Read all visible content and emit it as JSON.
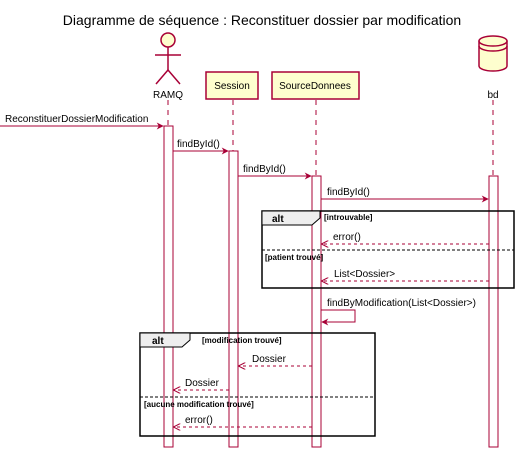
{
  "title": "Diagramme de séquence : Reconstituer dossier par modification",
  "participants": {
    "ramq": "RAMQ",
    "session": "Session",
    "source": "SourceDonnees",
    "bd": "bd"
  },
  "messages": [
    "ReconstituerDossierModification",
    "findById()",
    "findById()",
    "findById()",
    "error()",
    "List<Dossier>",
    "findByModification(List<Dossier>)",
    "Dossier",
    "Dossier",
    "error()"
  ],
  "alt1": {
    "keyword": "alt",
    "guard1": "[introuvable]",
    "guard2": "[patient trouvé]"
  },
  "alt2": {
    "keyword": "alt",
    "guard1": "[modification trouvé]",
    "guard2": "[aucune modification trouvé]"
  },
  "colors": {
    "participant_fill": "#FEFECE",
    "participant_border": "#A80036",
    "lifeline": "#A80036",
    "arrow": "#A80036",
    "activation_fill": "#ffffff"
  }
}
